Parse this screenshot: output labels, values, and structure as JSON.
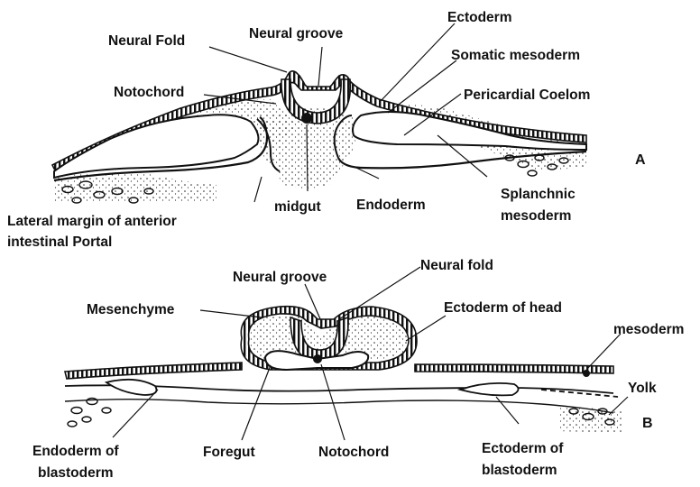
{
  "figure_a": {
    "panel_letter": "A",
    "labels": {
      "neural_fold": "Neural Fold",
      "neural_groove": "Neural groove",
      "ectoderm": "Ectoderm",
      "somatic_mesoderm": "Somatic mesoderm",
      "notochord": "Notochord",
      "pericardial_coelom": "Pericardial Coelom",
      "midgut": "midgut",
      "endoderm": "Endoderm",
      "splanchnic_mesoderm_1": "Splanchnic",
      "splanchnic_mesoderm_2": "mesoderm",
      "lateral_margin_1": "Lateral margin of anterior",
      "lateral_margin_2": "intestinal Portal"
    }
  },
  "figure_b": {
    "panel_letter": "B",
    "labels": {
      "neural_groove": "Neural groove",
      "neural_fold": "Neural fold",
      "mesenchyme": "Mesenchyme",
      "ectoderm_of_head": "Ectoderm of head",
      "mesoderm": "mesoderm",
      "yolk": "Yolk",
      "endoderm_of_blastoderm_1": "Endoderm of",
      "endoderm_of_blastoderm_2": "blastoderm",
      "foregut": "Foregut",
      "notochord": "Notochord",
      "ectoderm_of_blastoderm_1": "Ectoderm of",
      "ectoderm_of_blastoderm_2": "blastoderm"
    }
  },
  "colors": {
    "ink": "#111111",
    "background": "#ffffff"
  }
}
